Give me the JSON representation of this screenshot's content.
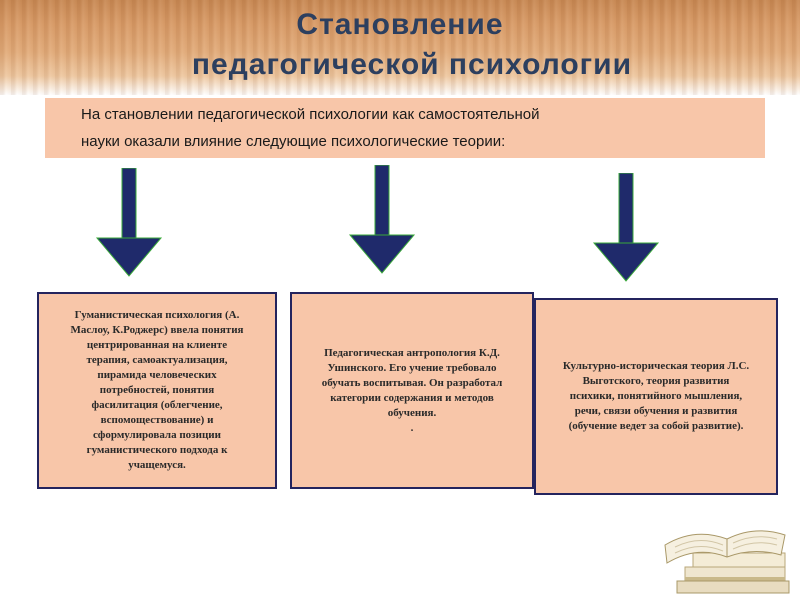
{
  "slide": {
    "title_line1": "Становление",
    "title_line2": "педагогической психологии",
    "intro_line1": "На становлении педагогической психологии как самостоятельной",
    "intro_line2": "науки оказали влияние следующие психологические теории:",
    "theories": [
      {
        "text": "Гуманистическая психология (А.\nМаслоу, К.Роджерс) ввела понятия\nцентрированная на клиенте\nтерапия, самоактуализация,\nпирамида человеческих\nпотребностей, понятия\nфасилитация (облегчение,\nвспомоществование) и\nсформулировала позиции\nгуманистического подхода к\nучащемуся."
      },
      {
        "text": "Педагогическая антропология К.Д.\nУшинского. Его учение требовало\nобучать воспитывая. Он разработал\nкатегории содержания и методов\nобучения.\n."
      },
      {
        "text": "Культурно-историческая теория Л.С.\nВыготского, теория развития\nпсихики, понятийного мышления,\nречи, связи обучения и развития\n(обучение ведет за собой развитие)."
      }
    ]
  },
  "colors": {
    "title": "#2c3f5f",
    "box_fill": "#f8c6a9",
    "box_border": "#24245e",
    "arrow_fill": "#1f2a6b"
  },
  "icons": {
    "arrows": "down-arrow-icon",
    "decoration": "books-icon"
  }
}
